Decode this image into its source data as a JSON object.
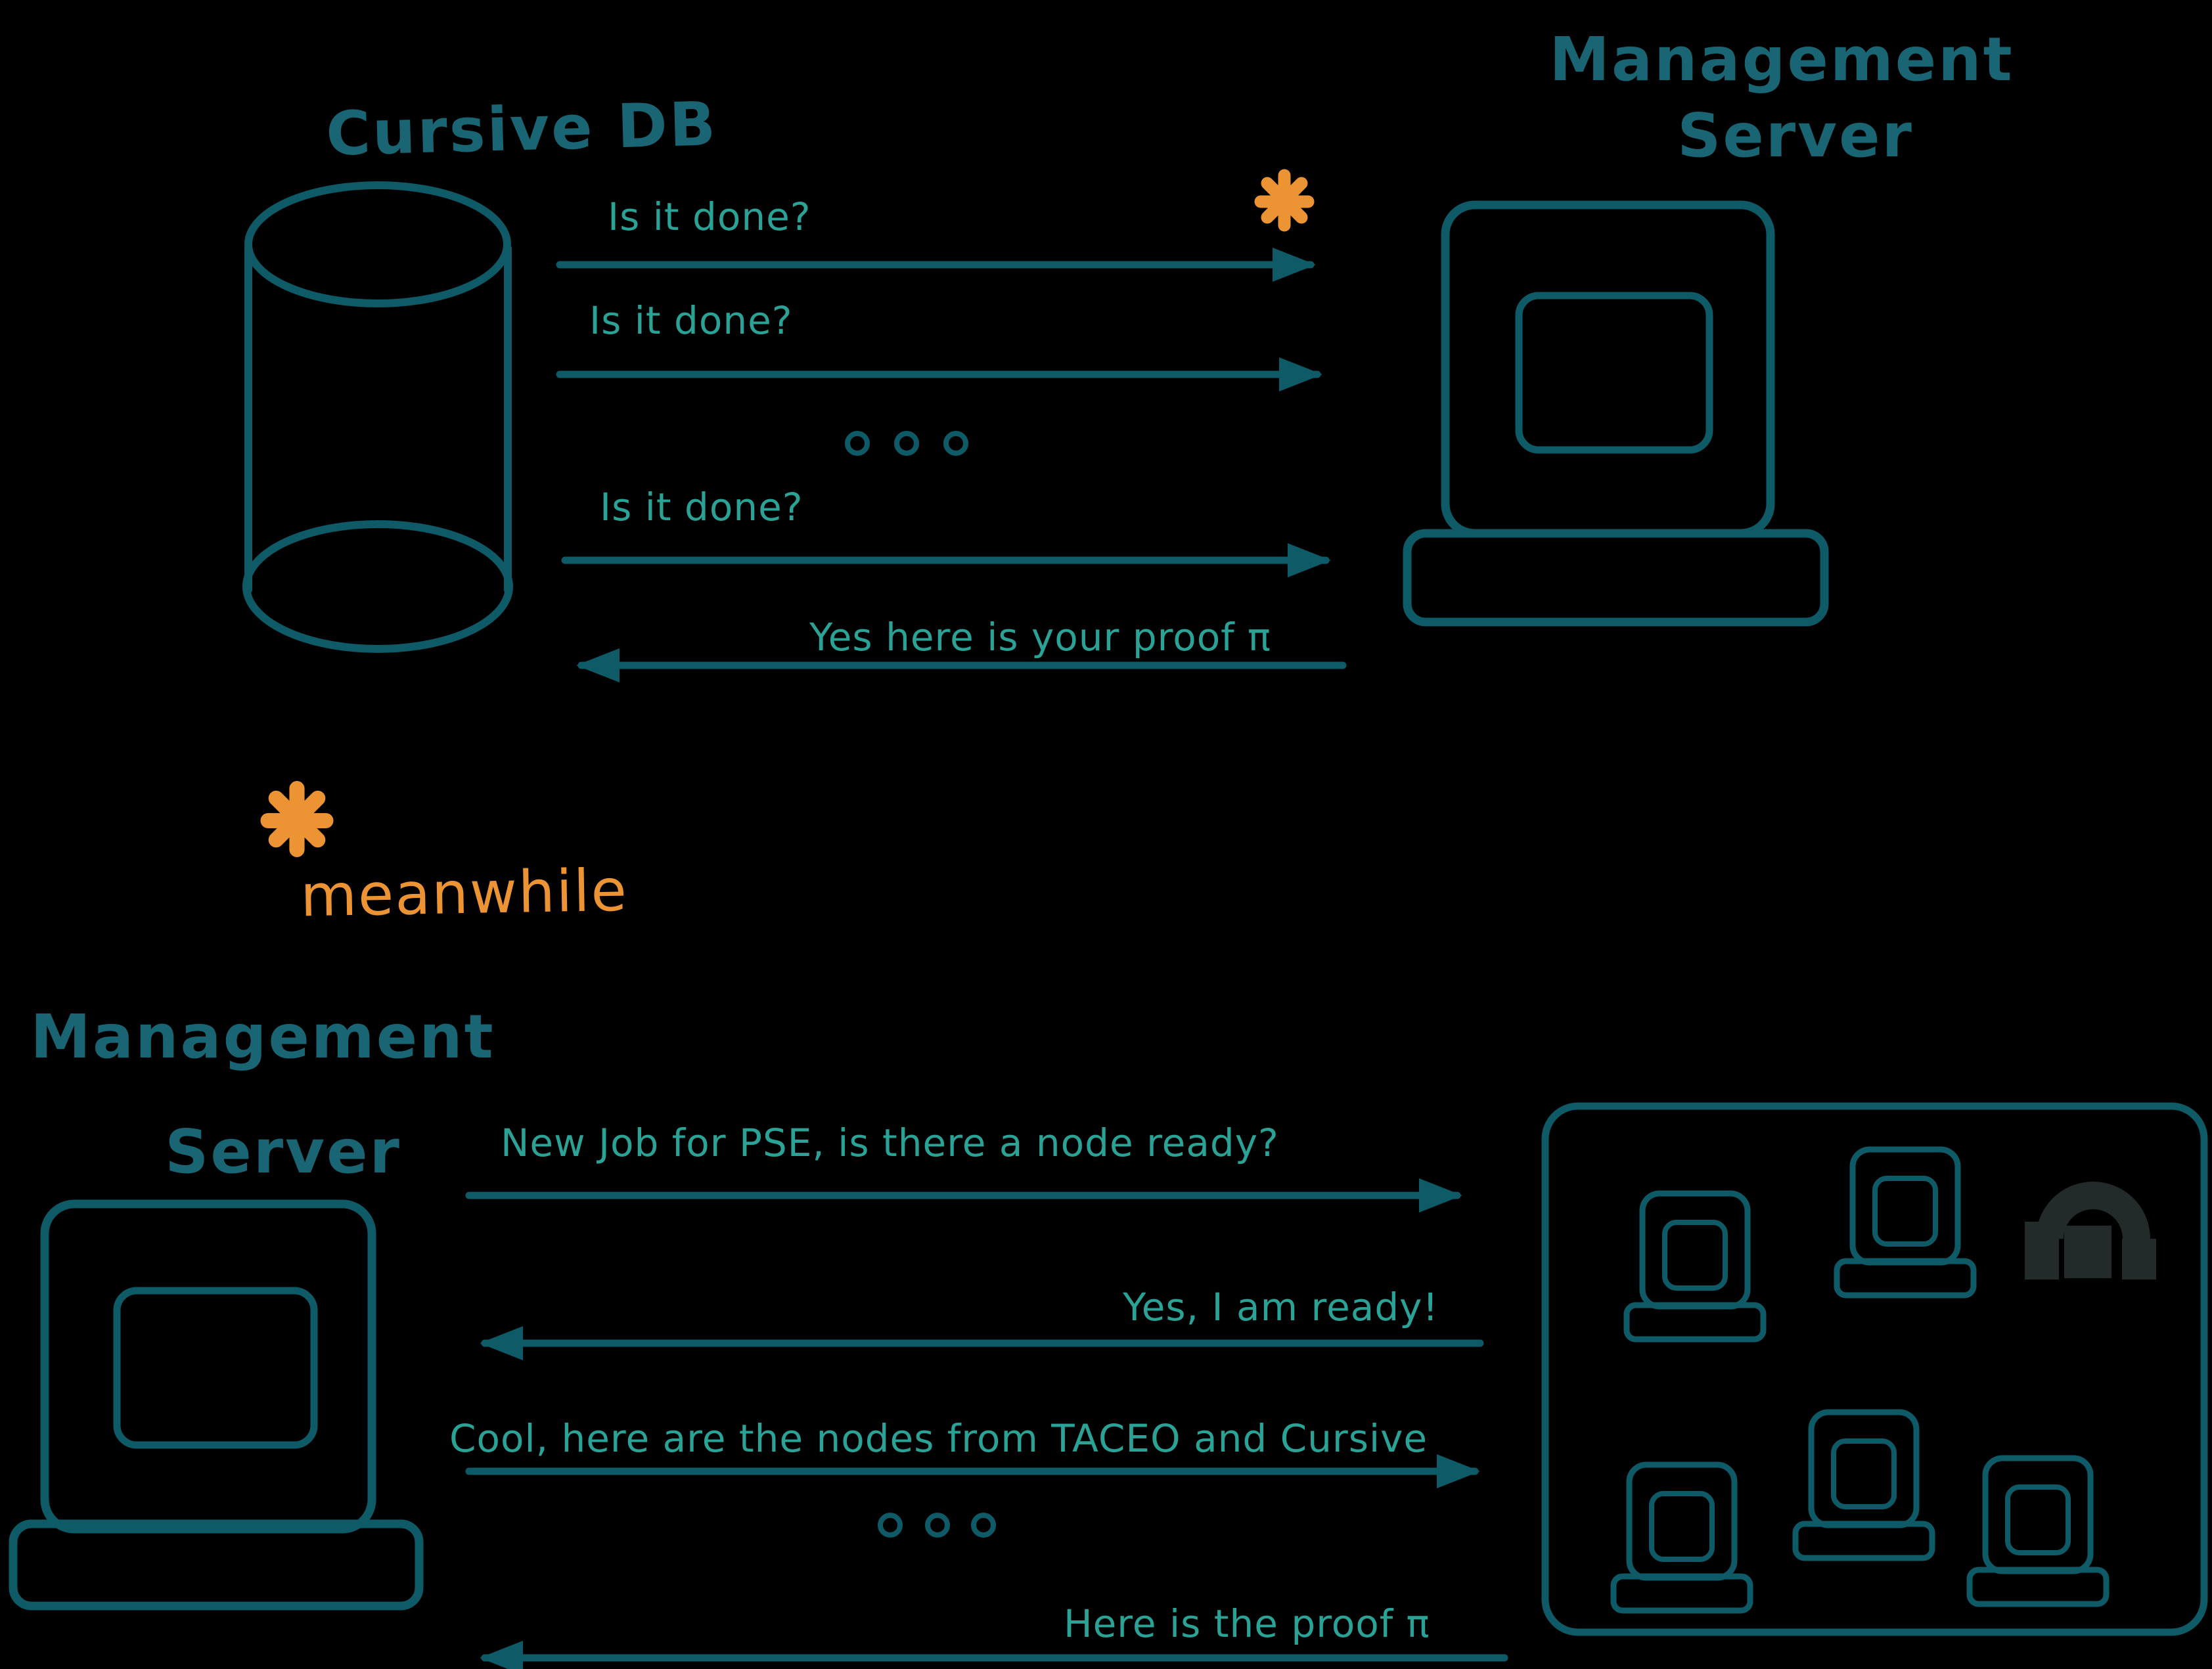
{
  "palette": {
    "background": "#000000",
    "ink_outline": "#0e5a67",
    "title_teal": "#1a6573",
    "message_teal": "#2aa296",
    "accent_orange": "#ec9333",
    "hatch_fill": "#f7fbfa",
    "screen_fill": "#edf4f3",
    "logo_dark": "#232a2a"
  },
  "top_sequence": {
    "left_actor": {
      "title": "Cursive DB",
      "icon": "database-cylinder-icon"
    },
    "right_actor": {
      "title_line1": "Management",
      "title_line2": "Server",
      "icon": "computer-icon"
    },
    "marker": "asterisk",
    "messages": [
      {
        "type": "message",
        "text": "Is it done?",
        "direction": "right"
      },
      {
        "type": "message",
        "text": "Is it done?",
        "direction": "right"
      },
      {
        "type": "ellipsis"
      },
      {
        "type": "message",
        "text": "Is it done?",
        "direction": "right"
      },
      {
        "type": "message",
        "text": "Yes here is your proof π",
        "direction": "left"
      }
    ]
  },
  "interlude": {
    "marker": "asterisk",
    "label": "meanwhile"
  },
  "bottom_sequence": {
    "left_actor": {
      "title_line1": "Management",
      "title_line2": "Server",
      "icon": "computer-icon"
    },
    "right_actor": {
      "icon": "node-cluster",
      "node_count": 5,
      "logo": "pixelated-arch-logo"
    },
    "messages": [
      {
        "type": "message",
        "text": "New Job for PSE, is there a node ready?",
        "direction": "right"
      },
      {
        "type": "message",
        "text": "Yes, I am ready!",
        "direction": "left"
      },
      {
        "type": "message",
        "text": "Cool, here are the nodes from TACEO and Cursive",
        "direction": "right"
      },
      {
        "type": "ellipsis"
      },
      {
        "type": "message",
        "text": "Here is the proof π",
        "direction": "left"
      }
    ]
  }
}
